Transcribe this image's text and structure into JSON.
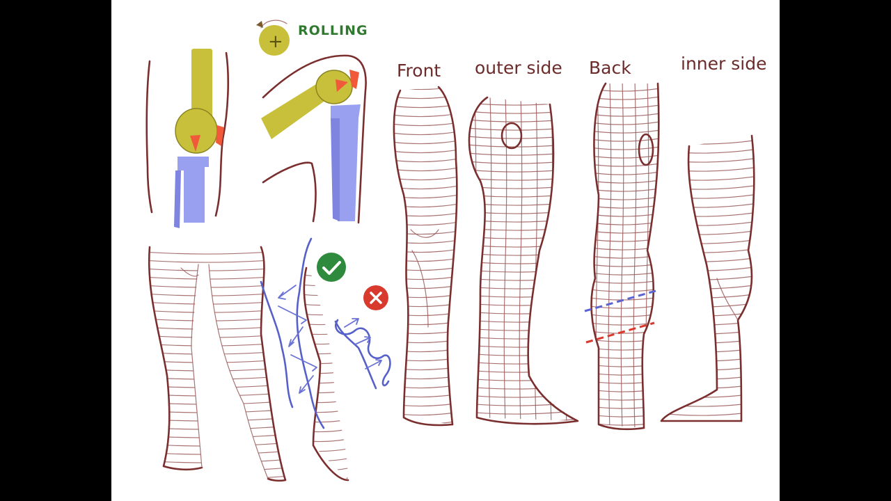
{
  "labels": {
    "rolling": "ROLLING",
    "front": "Front",
    "outer_side": "outer side",
    "back": "Back",
    "inner_side": "inner side"
  },
  "icons": {
    "plus": "+",
    "check": "check-icon",
    "cross": "x-icon"
  },
  "colors": {
    "background": "#ffffff",
    "letterbox": "#000000",
    "line": "#7a2e2e",
    "bone_yellow": "#c8bf3a",
    "bone_blue": "#9aa0f0",
    "kneecap_red": "#f05a3a",
    "flow_blue": "#5560c8",
    "check_green": "#2e8b3e",
    "cross_red": "#d83a2e"
  }
}
